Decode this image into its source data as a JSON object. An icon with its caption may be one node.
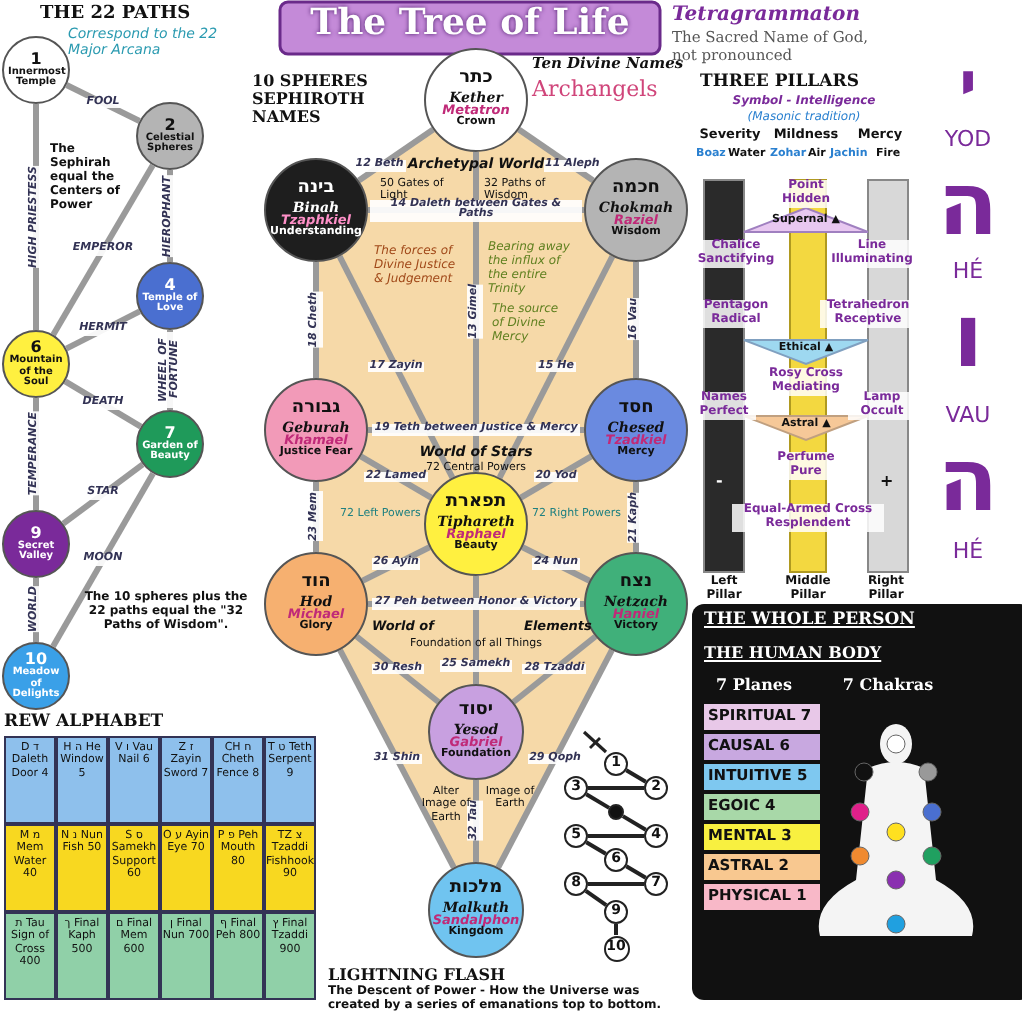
{
  "diagram": {
    "title": "The Tree of Life",
    "nodes": [
      {
        "text": [
          "כתר",
          "Kether",
          "Metatron",
          "Crown"
        ]
      },
      {
        "text": [
          "בינה",
          "Binah",
          "Tzaphkiel",
          "Understanding"
        ]
      },
      {
        "text": [
          "חכמה",
          "Chokmah",
          "Raziel",
          "Wisdom"
        ]
      },
      {
        "text": [
          "גבורה",
          "Geburah",
          "Khamael",
          "Justice Fear"
        ]
      },
      {
        "text": [
          "חסד",
          "Chesed",
          "Tzadkiel",
          "Mercy"
        ]
      },
      {
        "text": [
          "תפארת",
          "Tiphareth",
          "Raphael",
          "Beauty"
        ]
      },
      {
        "text": [
          "הוד",
          "Hod",
          "Michael",
          "Glory"
        ]
      },
      {
        "text": [
          "נצח",
          "Netzach",
          "Haniel",
          "Victory"
        ]
      },
      {
        "text": [
          "יסוד",
          "Yesod",
          "Gabriel",
          "Foundation"
        ]
      },
      {
        "text": [
          "מלכות",
          "Malkuth",
          "Sandalphon",
          "Kingdom"
        ]
      },
      {
        "text": [
          "1",
          "Innermost Temple"
        ]
      },
      {
        "text": [
          "2",
          "Celestial Spheres"
        ]
      },
      {
        "text": [
          "4",
          "Temple of Love"
        ]
      },
      {
        "text": [
          "6",
          "Mountain of the Soul"
        ]
      },
      {
        "text": [
          "7",
          "Garden of Beauty"
        ]
      },
      {
        "text": [
          "9",
          "Secret Valley"
        ]
      },
      {
        "text": [
          "10",
          "Meadow of Delights"
        ]
      },
      {
        "text": [
          "1"
        ]
      },
      {
        "text": [
          "2"
        ]
      },
      {
        "text": [
          "3"
        ]
      },
      {
        "text": [
          "4"
        ]
      },
      {
        "text": [
          "5"
        ]
      },
      {
        "text": [
          "6"
        ]
      },
      {
        "text": [
          "7"
        ]
      },
      {
        "text": [
          "8"
        ]
      },
      {
        "text": [
          "9"
        ]
      },
      {
        "text": [
          "10"
        ]
      },
      {
        "text": [],
        "shape": "circle"
      }
    ],
    "edges": [
      {
        "from": 0,
        "to": 2,
        "arrow": "none",
        "label": "11 Aleph"
      },
      {
        "from": 0,
        "to": 1,
        "arrow": "none",
        "label": "12 Beth"
      },
      {
        "from": 0,
        "to": 5,
        "arrow": "none",
        "label": "13 Gimel"
      },
      {
        "from": 2,
        "to": 1,
        "arrow": "none",
        "label": "14 Daleth between Gates & Paths"
      },
      {
        "from": 2,
        "to": 5,
        "arrow": "none",
        "label": "15 He"
      },
      {
        "from": 2,
        "to": 4,
        "arrow": "none",
        "label": "16 Vau"
      },
      {
        "from": 1,
        "to": 5,
        "arrow": "none",
        "label": "17 Zayin"
      },
      {
        "from": 1,
        "to": 3,
        "arrow": "none",
        "label": "18 Cheth"
      },
      {
        "from": 4,
        "to": 3,
        "arrow": "none",
        "label": "19 Teth between Justice & Mercy"
      },
      {
        "from": 4,
        "to": 5,
        "arrow": "none",
        "label": "20 Yod"
      },
      {
        "from": 4,
        "to": 7,
        "arrow": "none",
        "label": "21 Kaph"
      },
      {
        "from": 3,
        "to": 5,
        "arrow": "none",
        "label": "22 Lamed"
      },
      {
        "from": 3,
        "to": 6,
        "arrow": "none",
        "label": "23 Mem"
      },
      {
        "from": 5,
        "to": 7,
        "arrow": "none",
        "label": "24 Nun"
      },
      {
        "from": 5,
        "to": 8,
        "arrow": "none",
        "label": "25 Samekh"
      },
      {
        "from": 5,
        "to": 6,
        "arrow": "none",
        "label": "26 Ayin"
      },
      {
        "from": 7,
        "to": 6,
        "arrow": "none",
        "label": "27 Peh between Honor & Victory"
      },
      {
        "from": 7,
        "to": 8,
        "arrow": "none",
        "label": "28 Tzaddi"
      },
      {
        "from": 7,
        "to": 9,
        "arrow": "none",
        "label": "29 Qoph"
      },
      {
        "from": 6,
        "to": 8,
        "arrow": "none",
        "label": "30 Resh"
      },
      {
        "from": 6,
        "to": 9,
        "arrow": "none",
        "label": "31 Shin"
      },
      {
        "from": 8,
        "to": 9,
        "arrow": "none",
        "label": "32 Tau"
      },
      {
        "from": 10,
        "to": 11,
        "arrow": "none",
        "label": "FOOL"
      },
      {
        "from": 10,
        "to": 13,
        "arrow": "none",
        "label": "HIGH PRIESTESS"
      },
      {
        "from": 11,
        "to": 12,
        "arrow": "none",
        "label": "HIEROPHANT"
      },
      {
        "from": 11,
        "to": 13,
        "arrow": "none",
        "label": "EMPEROR"
      },
      {
        "from": 12,
        "to": 13,
        "arrow": "none",
        "label": "HERMIT"
      },
      {
        "from": 12,
        "to": 14,
        "arrow": "none",
        "label": "WHEEL OF FORTUNE"
      },
      {
        "from": 13,
        "to": 14,
        "arrow": "none",
        "label": "DEATH"
      },
      {
        "from": 13,
        "to": 15,
        "arrow": "none",
        "label": "TEMPERANCE"
      },
      {
        "from": 14,
        "to": 15,
        "arrow": "none",
        "label": "STAR"
      },
      {
        "from": 14,
        "to": 16,
        "arrow": "none",
        "label": "MOON"
      },
      {
        "from": 15,
        "to": 16,
        "arrow": "none",
        "label": "WORLD"
      },
      {
        "from": 17,
        "to": 18,
        "arrow": "none",
        "color": "#222222"
      },
      {
        "from": 18,
        "to": 19,
        "arrow": "none",
        "color": "#222222"
      },
      {
        "from": 19,
        "to": 27,
        "arrow": "none",
        "color": "#222222"
      },
      {
        "from": 27,
        "to": 20,
        "arrow": "none",
        "color": "#222222"
      },
      {
        "from": 20,
        "to": 21,
        "arrow": "none",
        "color": "#222222"
      },
      {
        "from": 21,
        "to": 22,
        "arrow": "none",
        "color": "#222222"
      },
      {
        "from": 22,
        "to": 23,
        "arrow": "none",
        "color": "#222222"
      },
      {
        "from": 23,
        "to": 24,
        "arrow": "none",
        "color": "#222222"
      },
      {
        "from": 24,
        "to": 25,
        "arrow": "none",
        "color": "#222222"
      },
      {
        "from": 25,
        "to": 26,
        "arrow": "none",
        "color": "#222222"
      }
    ],
    "labels": [
      "THE 22 PATHS",
      "Correspond to the 22 Major Arcana",
      "The Sephirah equal the Centers of Power",
      "The 10 spheres plus the 22 paths equal the \"32 Paths of Wisdom\".",
      "10 SPHERES SEPHIROTH NAMES",
      "Ten Divine Names",
      "Archangels",
      "Archetypal World",
      "50 Gates of Light",
      "32 Paths of Wisdom",
      "The forces of Divine Justice & Judgement",
      "Bearing away the influx of the entire Trinity",
      "The source of Divine Mercy",
      "World of Stars",
      "72 Central Powers",
      "72 Left Powers",
      "72 Right Powers",
      "World of",
      "Elements",
      "Foundation of all Things",
      "Alter Image of Earth",
      "Image of Earth",
      "LIGHTNING FLASH",
      "The Descent of Power - How the Universe was created by a series of emanations top to bottom.",
      "Tetragrammaton",
      "The Sacred Name of God, not pronounced",
      "THREE PILLARS",
      "Symbol - Intelligence",
      "(Masonic tradition)",
      "Severity",
      "Mildness",
      "Mercy",
      "Boaz",
      "Water",
      "Zohar",
      "Air",
      "Jachin",
      "Fire",
      "Point Hidden",
      "Supernal ▲",
      "Chalice Sanctifying",
      "Line Illuminating",
      "Pentagon Radical",
      "Tetrahedron Receptive",
      "Ethical ▲",
      "Rosy Cross Mediating",
      "Names Perfect",
      "Lamp Occult",
      "Astral ▲",
      "Perfume Pure",
      "Equal-Armed Cross Resplendent",
      "-",
      "+",
      "Left Pillar",
      "Middle Pillar",
      "Right Pillar",
      "י",
      "YOD",
      "ה",
      "HÉ",
      "ו",
      "VAU",
      "ה",
      "HÉ",
      "THE WHOLE PERSON",
      "THE HUMAN BODY",
      "7 Planes",
      "7 Chakras",
      "SPIRITUAL 7",
      "CAUSAL 6",
      "INTUITIVE 5",
      "EGOIC 4",
      "MENTAL 3",
      "ASTRAL 2",
      "PHYSICAL 1",
      "REW ALPHABET",
      "D ד Daleth Door 4",
      "H ה He Window 5",
      "V ו Vau Nail 6",
      "Z ז Zayin Sword 7",
      "CH ח Cheth Fence 8",
      "T ט Teth Serpent 9",
      "M מ Mem Water 40",
      "N נ Nun Fish 50",
      "S ס Samekh Support 60",
      "O ע Ayin Eye 70",
      "P פ Peh Mouth 80",
      "TZ צ Tzaddi Fishhook 90",
      "ת Tau Sign of Cross 400",
      "ך Final Kaph 500",
      "ם Final Mem 600",
      "ן Final Nun 700",
      "ף Final Peh 800",
      "ץ Final Tzaddi 900"
    ]
  }
}
